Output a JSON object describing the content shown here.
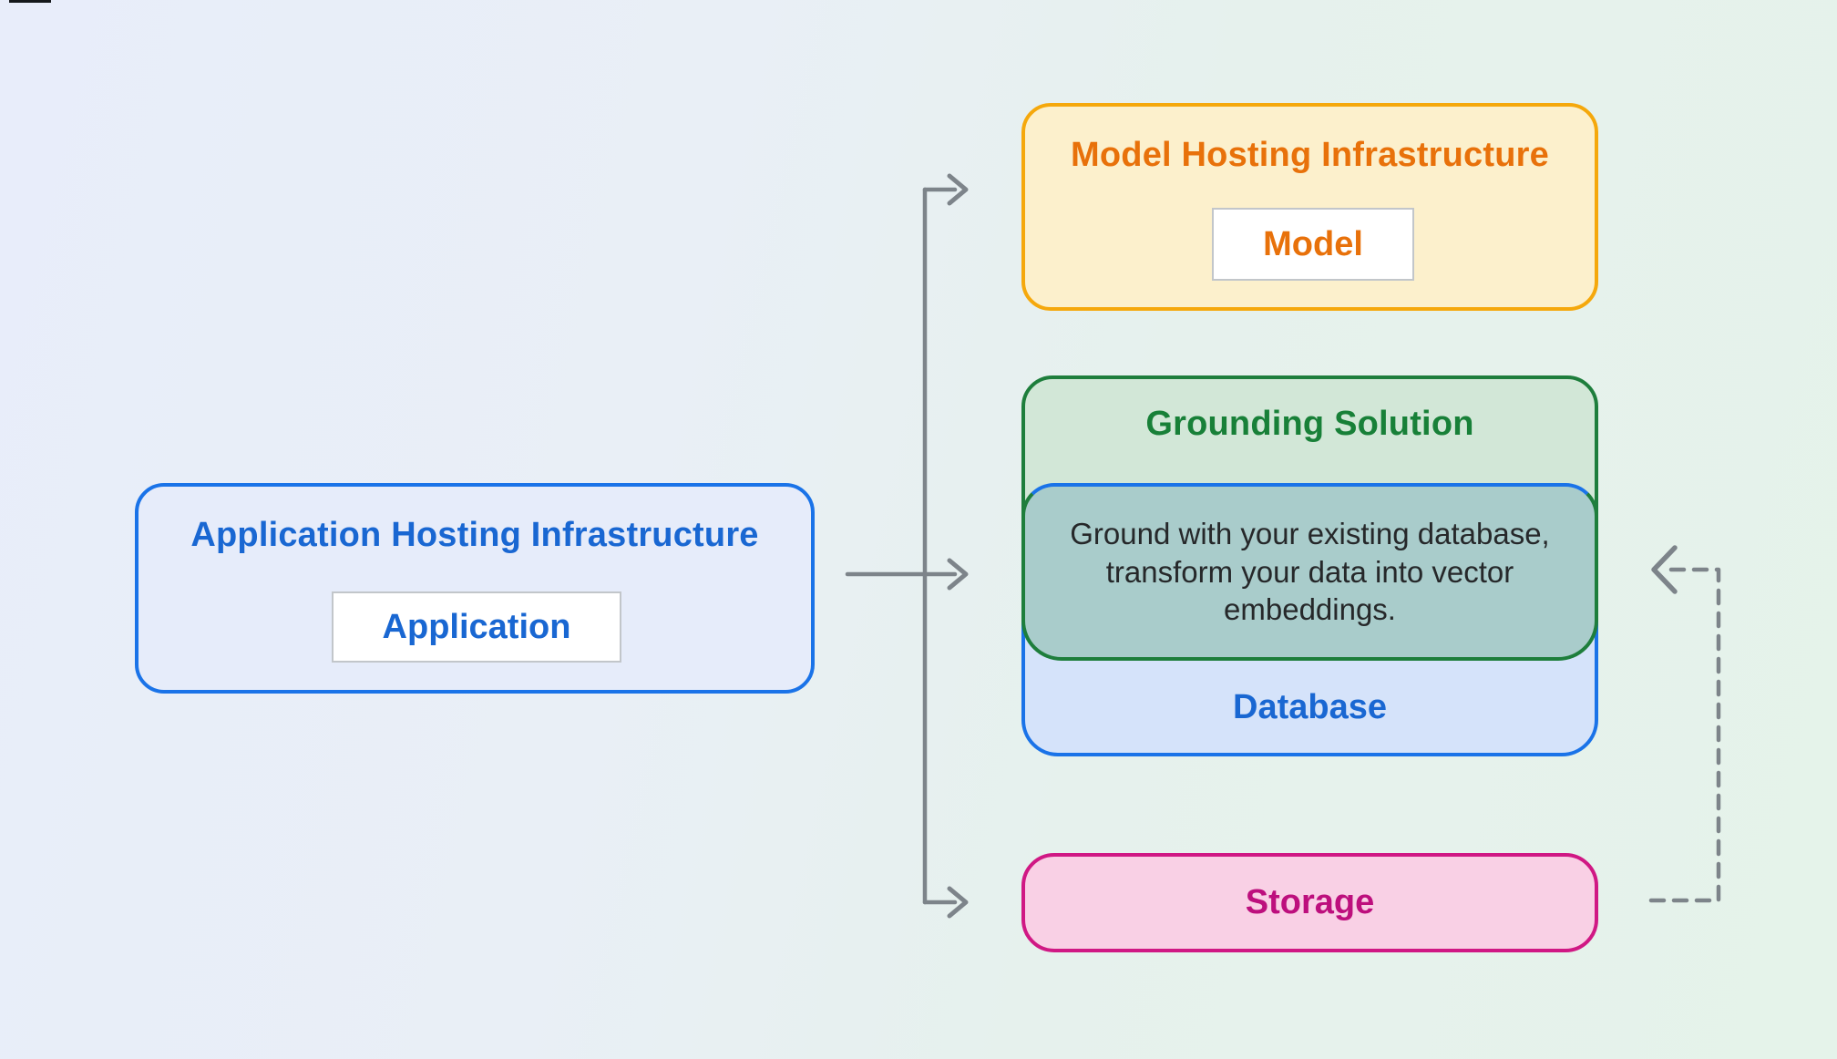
{
  "diagram": {
    "nodes": {
      "application_hosting": {
        "title": "Application Hosting Infrastructure",
        "chip": "Application"
      },
      "model_hosting": {
        "title": "Model Hosting Infrastructure",
        "chip": "Model"
      },
      "grounding": {
        "title": "Grounding Solution",
        "description": "Ground with your existing database, transform your data into vector embeddings."
      },
      "database": {
        "label": "Database"
      },
      "storage": {
        "label": "Storage"
      }
    },
    "connections": [
      {
        "from": "Application Hosting Infrastructure",
        "to": "Model Hosting Infrastructure",
        "style": "solid"
      },
      {
        "from": "Application Hosting Infrastructure",
        "to": "Grounding Solution",
        "style": "solid"
      },
      {
        "from": "Application Hosting Infrastructure",
        "to": "Storage",
        "style": "solid"
      },
      {
        "from": "Storage",
        "to": "Grounding Solution",
        "style": "dashed"
      }
    ],
    "icons": {
      "solid_arrowheads": "right-chevron-arrowhead",
      "dashed_arrowhead": "left-chevron-arrowhead"
    },
    "colors": {
      "blue_border": "#1a73e8",
      "blue_text": "#1967d2",
      "blue_fill": "#d5e3fa",
      "amber_border": "#f5a80c",
      "orange_text": "#e8710a",
      "amber_fill": "#fcf0cc",
      "green_border": "#1e7e3c",
      "green_text": "#188038",
      "green_fill": "#d2e7d7",
      "teal_overlap_fill": "#a9cccb",
      "pink_border": "#d01884",
      "pink_text": "#bd0f7d",
      "pink_fill": "#f9d0e5",
      "arrow_gray": "#7d848a",
      "description_text": "#26282a"
    }
  }
}
